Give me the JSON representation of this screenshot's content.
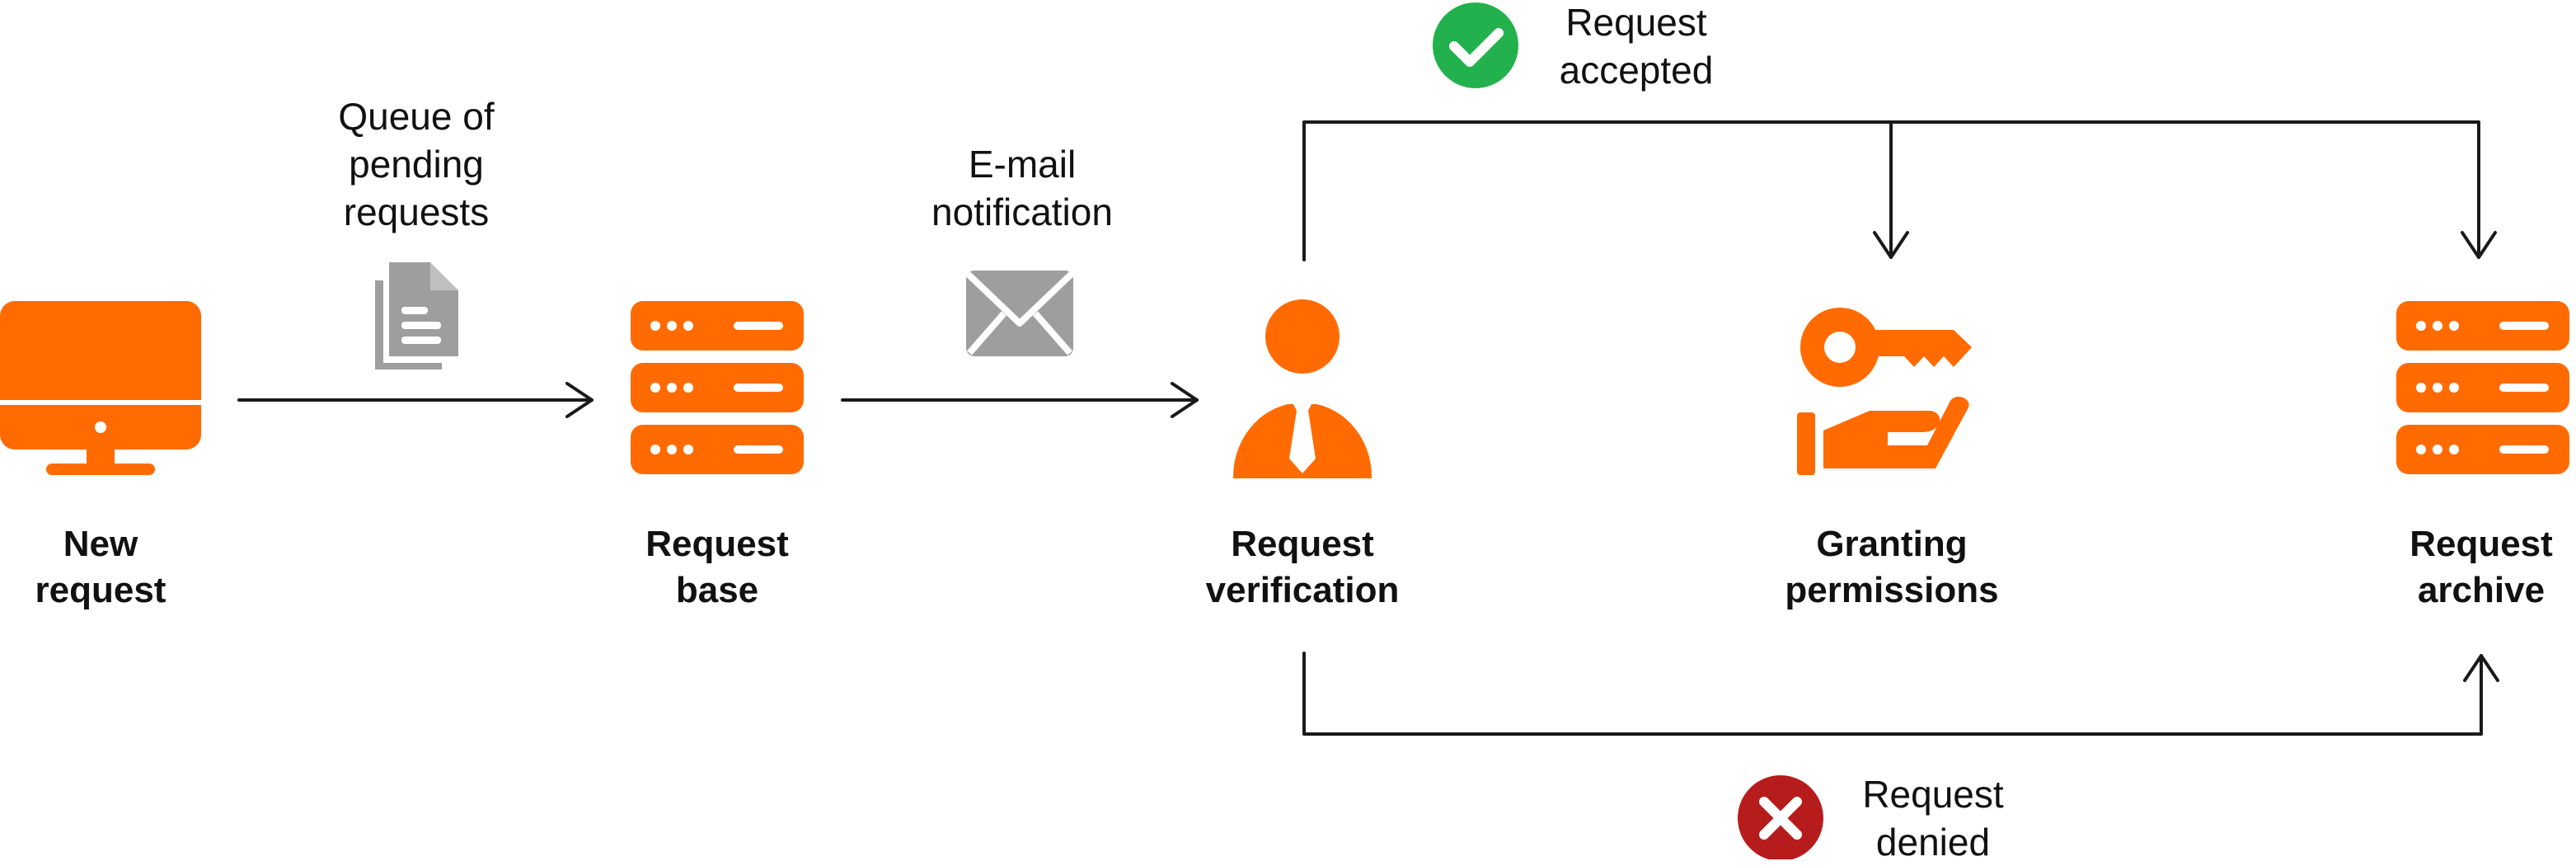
{
  "colors": {
    "accent": "#FF6B00",
    "neutral_icon": "#9E9E9E",
    "line": "#1A1A1A",
    "accepted": "#22B14C",
    "denied": "#B71C1C"
  },
  "nodes": [
    {
      "id": "new_request",
      "icon": "monitor-icon",
      "label_lines": [
        "New",
        "request"
      ]
    },
    {
      "id": "request_base",
      "icon": "server-icon",
      "label_lines": [
        "Request",
        "base"
      ]
    },
    {
      "id": "request_verification",
      "icon": "person-icon",
      "label_lines": [
        "Request",
        "verification"
      ]
    },
    {
      "id": "granting_permissions",
      "icon": "key-hand-icon",
      "label_lines": [
        "Granting",
        "permissions"
      ]
    },
    {
      "id": "request_archive",
      "icon": "server-icon",
      "label_lines": [
        "Request",
        "archive"
      ]
    }
  ],
  "edges": [
    {
      "id": "queue",
      "from": "new_request",
      "to": "request_base",
      "icon": "documents-icon",
      "label_lines": [
        "Queue of",
        "pending",
        "requests"
      ]
    },
    {
      "id": "email",
      "from": "request_base",
      "to": "request_verification",
      "icon": "envelope-icon",
      "label_lines": [
        "E-mail",
        "notification"
      ]
    },
    {
      "id": "accepted",
      "from": "request_verification",
      "to": [
        "granting_permissions",
        "request_archive"
      ],
      "icon": "check-circle-icon",
      "label_lines": [
        "Request",
        "accepted"
      ]
    },
    {
      "id": "denied",
      "from": "request_verification",
      "to": "request_archive",
      "icon": "x-circle-icon",
      "label_lines": [
        "Request",
        "denied"
      ]
    }
  ]
}
